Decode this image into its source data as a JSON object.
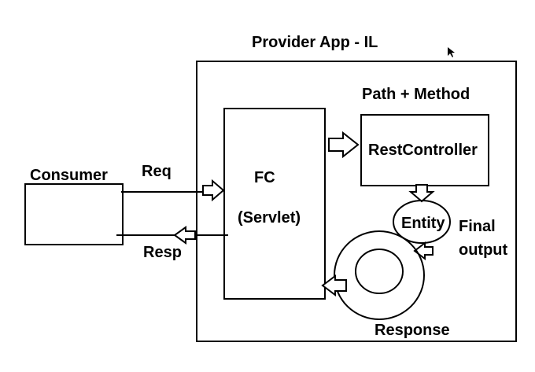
{
  "diagram": {
    "provider_label": "Provider App - IL",
    "path_method_label": "Path + Method",
    "consumer_label": "Consumer",
    "req_label": "Req",
    "resp_label": "Resp",
    "fc_label": "FC",
    "servlet_label": "(Servlet)",
    "restcontroller_label": "RestController",
    "entity_label": "Entity",
    "final_label": "Final",
    "output_label": "output",
    "response_label": "Response"
  }
}
